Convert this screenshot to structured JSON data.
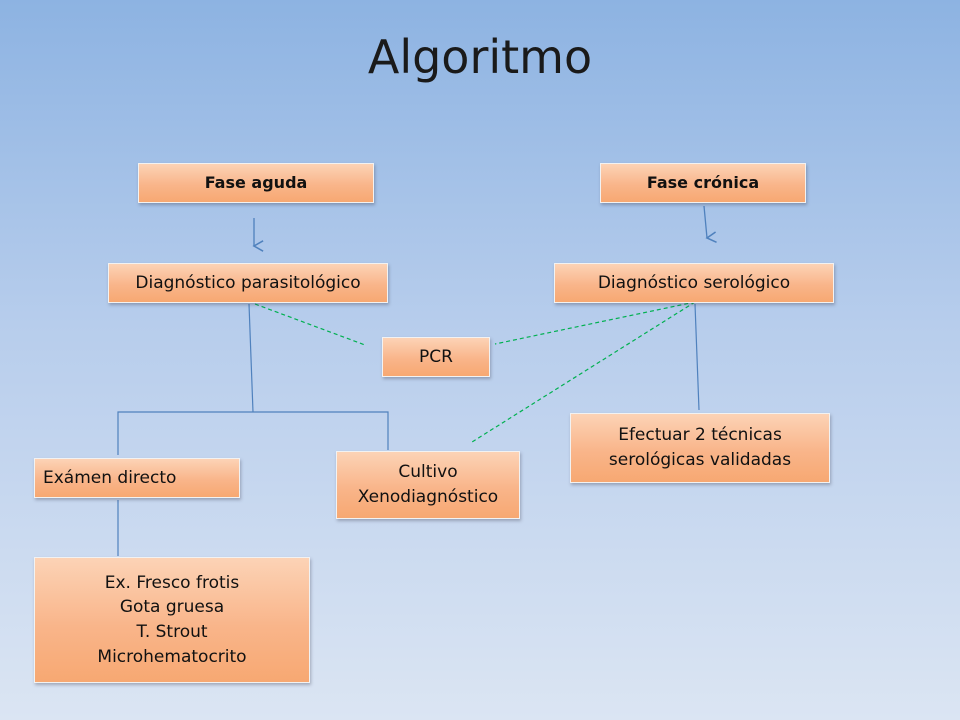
{
  "title": "Algoritmo",
  "nodes": {
    "fase_aguda": "Fase aguda",
    "fase_cronica": "Fase crónica",
    "diag_parasitologico": "Diagnóstico parasitológico",
    "diag_serologico": "Diagnóstico serológico",
    "pcr": "PCR",
    "examen_directo": "Exámen directo",
    "cultivo": [
      "Cultivo",
      "Xenodiagnóstico"
    ],
    "tecnicas": [
      "Efectuar 2 técnicas",
      "serológicas validadas"
    ],
    "metodos": [
      "Ex. Fresco frotis",
      "Gota gruesa",
      "T. Strout",
      "Microhematocrito"
    ]
  },
  "colors": {
    "solid_line": "#4f81bd",
    "dashed_line": "#00b050",
    "box_fill": "#f9b58a"
  }
}
